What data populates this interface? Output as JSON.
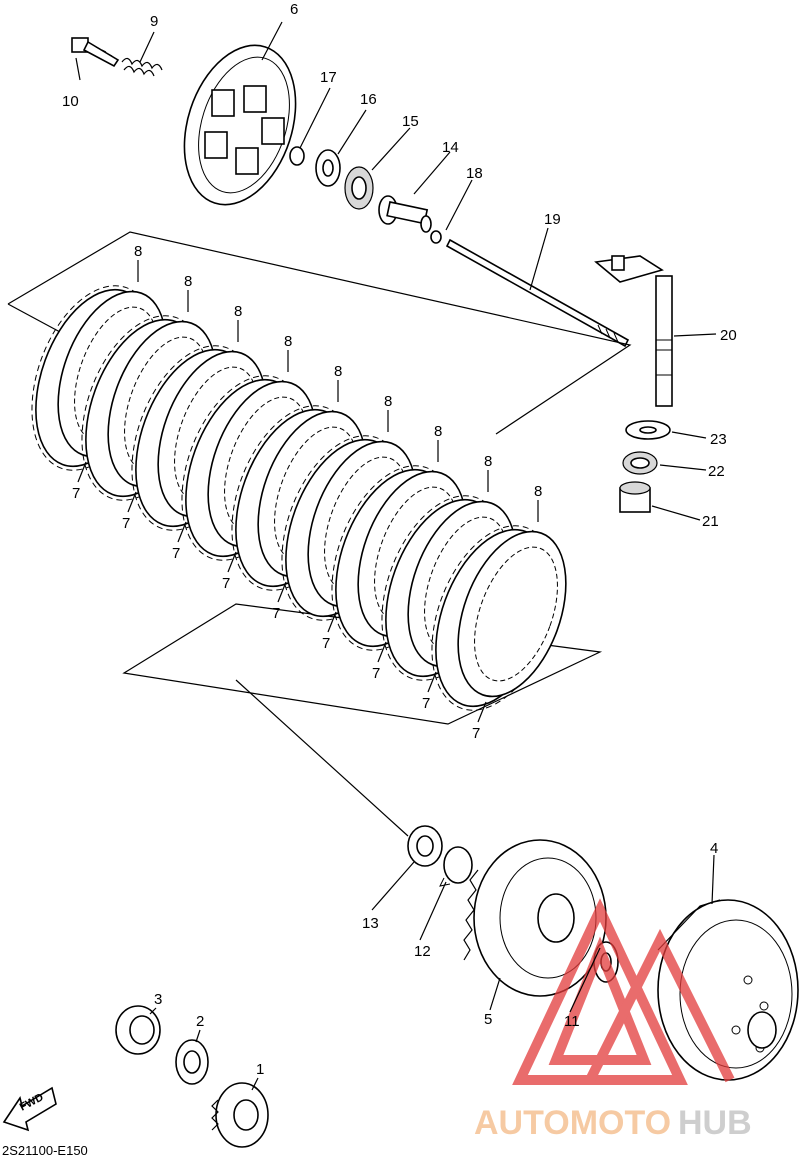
{
  "diagram": {
    "part_labels": [
      "1",
      "2",
      "3",
      "4",
      "5",
      "6",
      "7",
      "8",
      "9",
      "10",
      "11",
      "12",
      "13",
      "14",
      "15",
      "16",
      "17",
      "18",
      "19",
      "20",
      "21",
      "22",
      "23"
    ],
    "fwd_label": "FWD",
    "diagram_code": "2S21100-E150",
    "watermark": {
      "text_a": "AUTOMOTO",
      "text_b": "HUB",
      "color_a": "#f6c59a",
      "color_b": "#c9c9c9",
      "logo_color": "#e23b3b"
    }
  }
}
